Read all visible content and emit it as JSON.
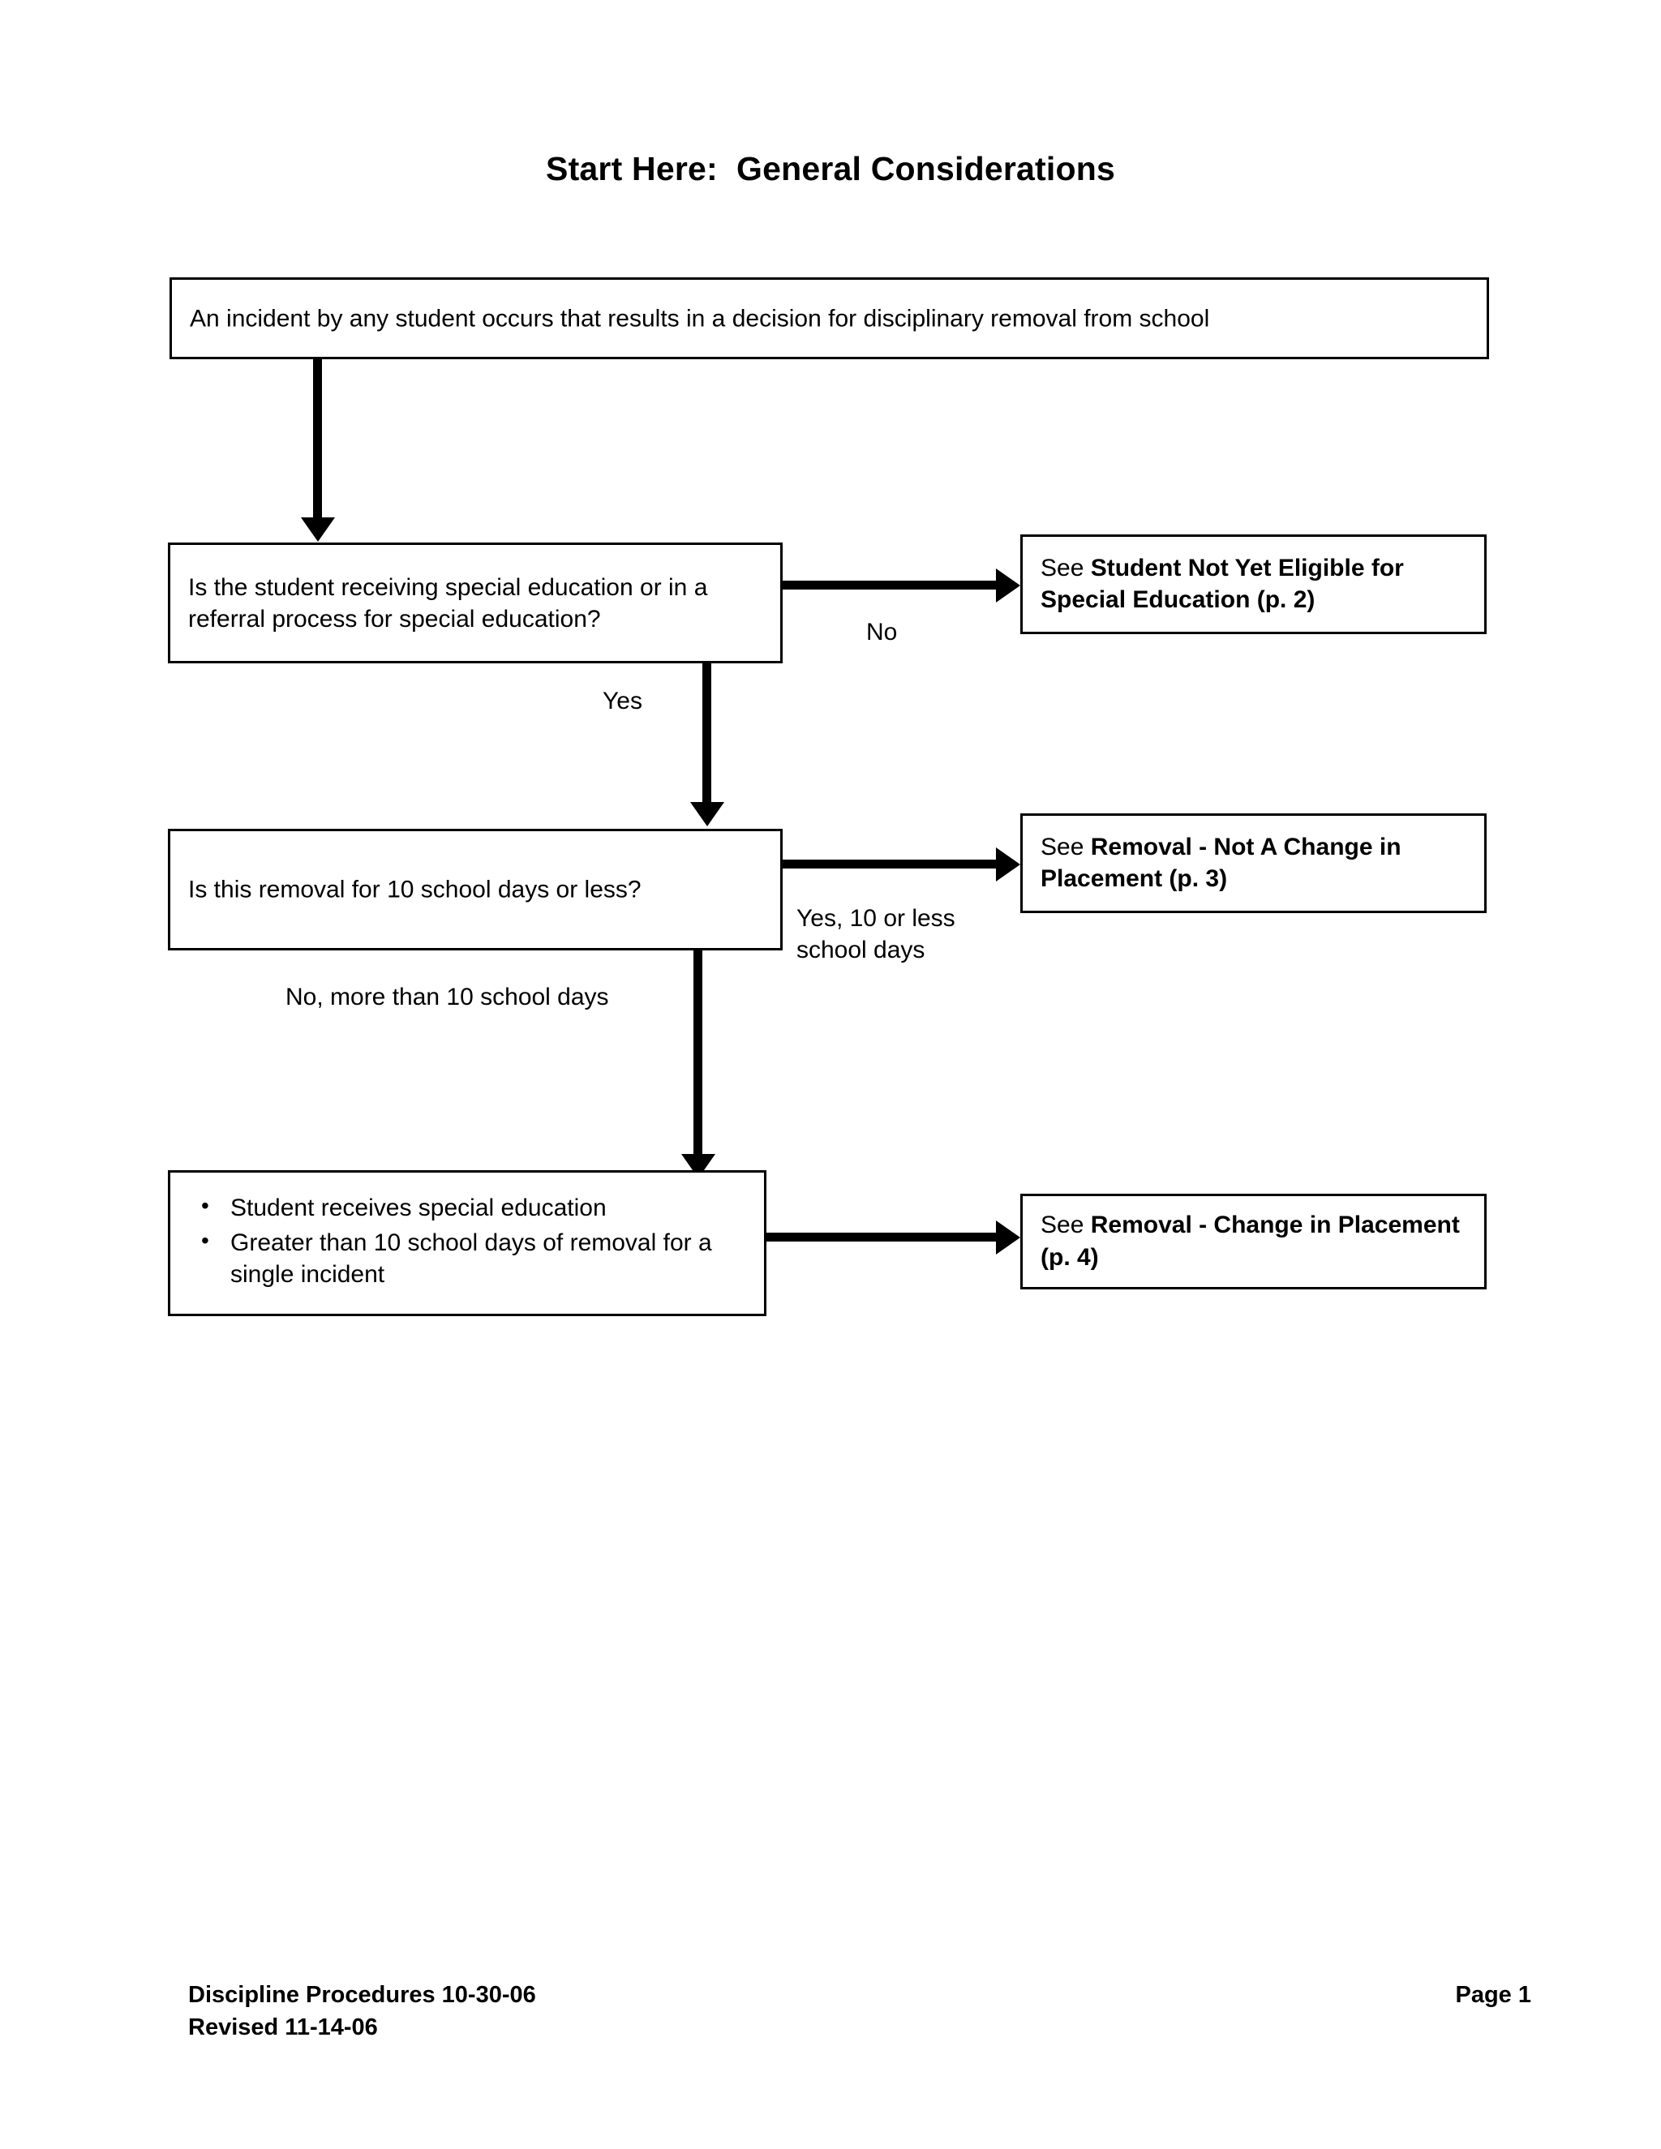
{
  "document": {
    "title": "Start Here:  General Considerations"
  },
  "flow": {
    "nodes": [
      {
        "id": "incident",
        "text": "An incident by any student occurs that results in a decision for disciplinary removal from school"
      },
      {
        "id": "special-education-question",
        "text": "Is the student receiving special education or in a referral process for special education?"
      },
      {
        "id": "removal-length-question",
        "text": "Is this removal for 10 school days or less?"
      },
      {
        "id": "change-in-placement-criteria",
        "bullets": [
          "Student receives special education",
          "Greater than 10 school days of removal for a single incident"
        ]
      }
    ],
    "references": [
      {
        "id": "not-yet-eligible",
        "prefix": "See ",
        "emphasis": "Student Not Yet Eligible for Special Education (p. 2)"
      },
      {
        "id": "not-a-change",
        "prefix": "See ",
        "emphasis": "Removal - Not A Change in Placement (p. 3)"
      },
      {
        "id": "change-in-placement",
        "prefix": "See ",
        "emphasis": "Removal - Change in Placement  (p. 4)"
      }
    ],
    "edge_labels": {
      "no": "No",
      "yes": "Yes",
      "yes_ten_or_less": "Yes, 10 or less school days",
      "no_more_than_ten": "No, more than 10 school days"
    }
  },
  "footer": {
    "line1": "Discipline Procedures 10-30-06",
    "line2": "Revised 11-14-06",
    "page": "Page 1"
  }
}
